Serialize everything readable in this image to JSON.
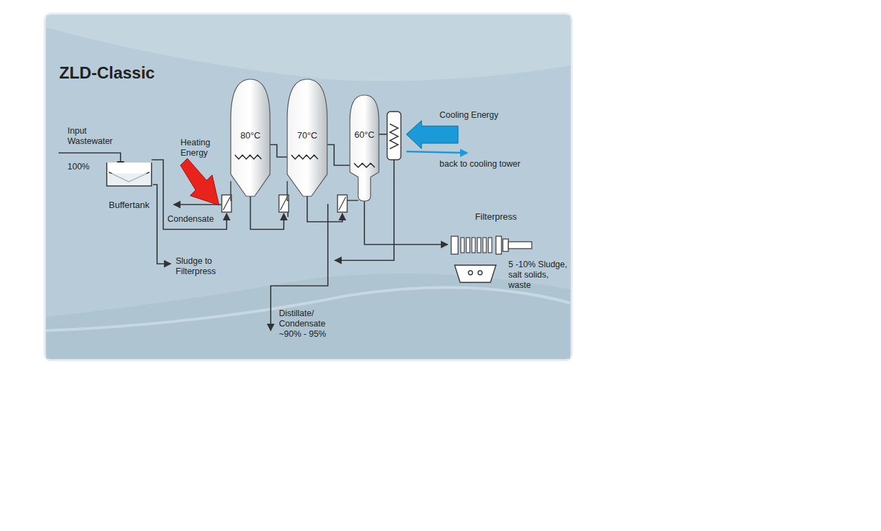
{
  "diagram": {
    "title": "ZLD-Classic",
    "nodes": [
      {
        "text": [
          "Buffertank"
        ]
      },
      {
        "text": [
          "80°C"
        ]
      },
      {
        "text": [
          "70°C"
        ]
      },
      {
        "text": [
          "60°C"
        ]
      },
      {
        "text": [
          "Filterpress"
        ]
      }
    ],
    "edges": [
      {
        "from": 0,
        "to": 1,
        "arrow": "to"
      },
      {
        "from": 1,
        "to": 2,
        "arrow": "to"
      },
      {
        "from": 2,
        "to": 3,
        "arrow": "to"
      },
      {
        "from": 3,
        "to": 4,
        "arrow": "to"
      }
    ],
    "labels": [
      "Input Wastewater",
      "100%",
      "Heating Energy",
      "Condensate",
      "Sludge to Filterpress",
      "Cooling Energy",
      "back to cooling tower",
      "5 -10% Sludge, salt solids, waste",
      "Distillate/ Condensate ~90% - 95%"
    ]
  }
}
